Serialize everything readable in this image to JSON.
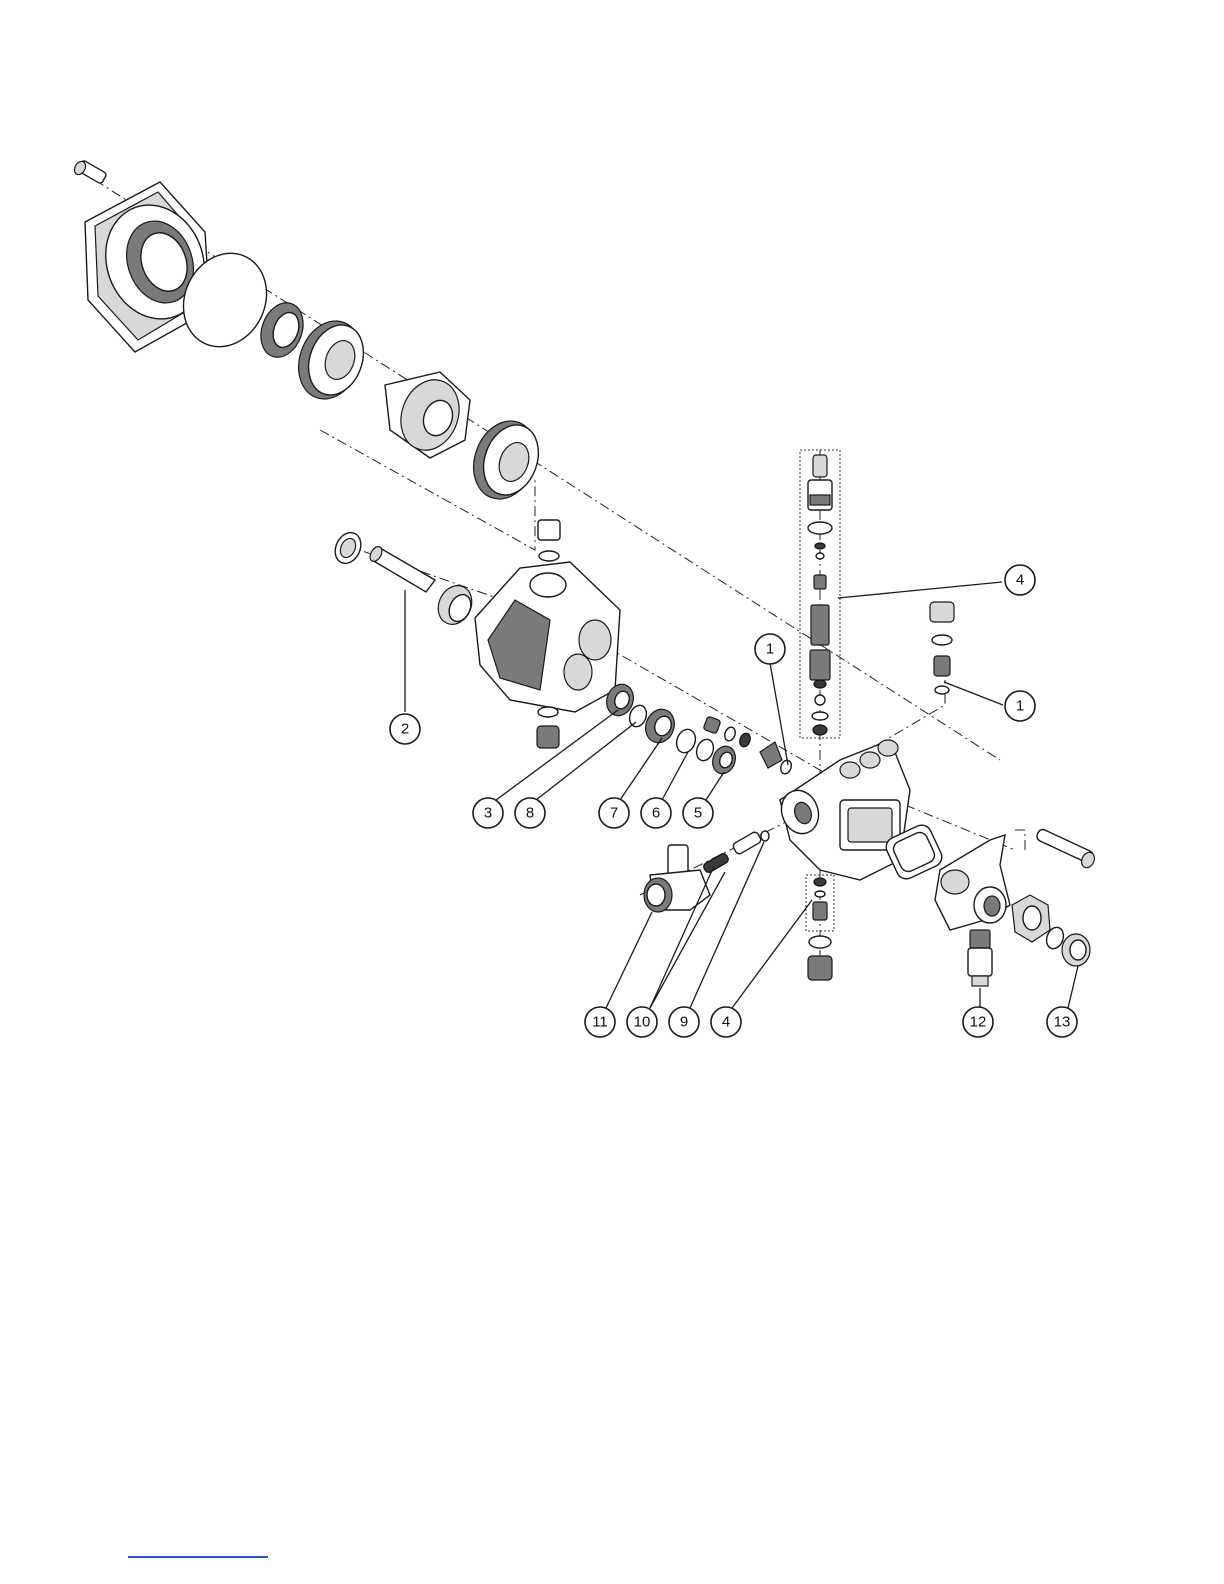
{
  "diagram": {
    "callouts": [
      "1",
      "1",
      "2",
      "3",
      "4",
      "4",
      "5",
      "6",
      "7",
      "8",
      "9",
      "10",
      "11",
      "12",
      "13"
    ]
  },
  "colors": {
    "line": "#1a1a1a",
    "shade": "#7a7a7a",
    "footer_link": "#2a56c6"
  }
}
